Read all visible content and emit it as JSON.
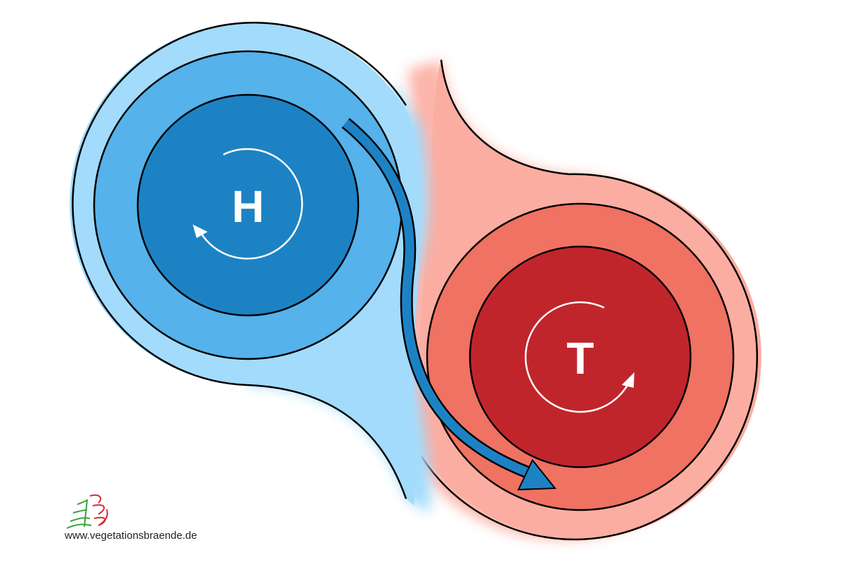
{
  "high": {
    "label": "H",
    "colors": [
      "#a3dbfc",
      "#55b2ea",
      "#1d82c4"
    ]
  },
  "low": {
    "label": "T",
    "colors": [
      "#fcada1",
      "#ef7262",
      "#c1252c"
    ]
  },
  "arrow": {
    "color": "#1d82c4"
  },
  "footer": {
    "website": "www.vegetationsbraende.de"
  }
}
